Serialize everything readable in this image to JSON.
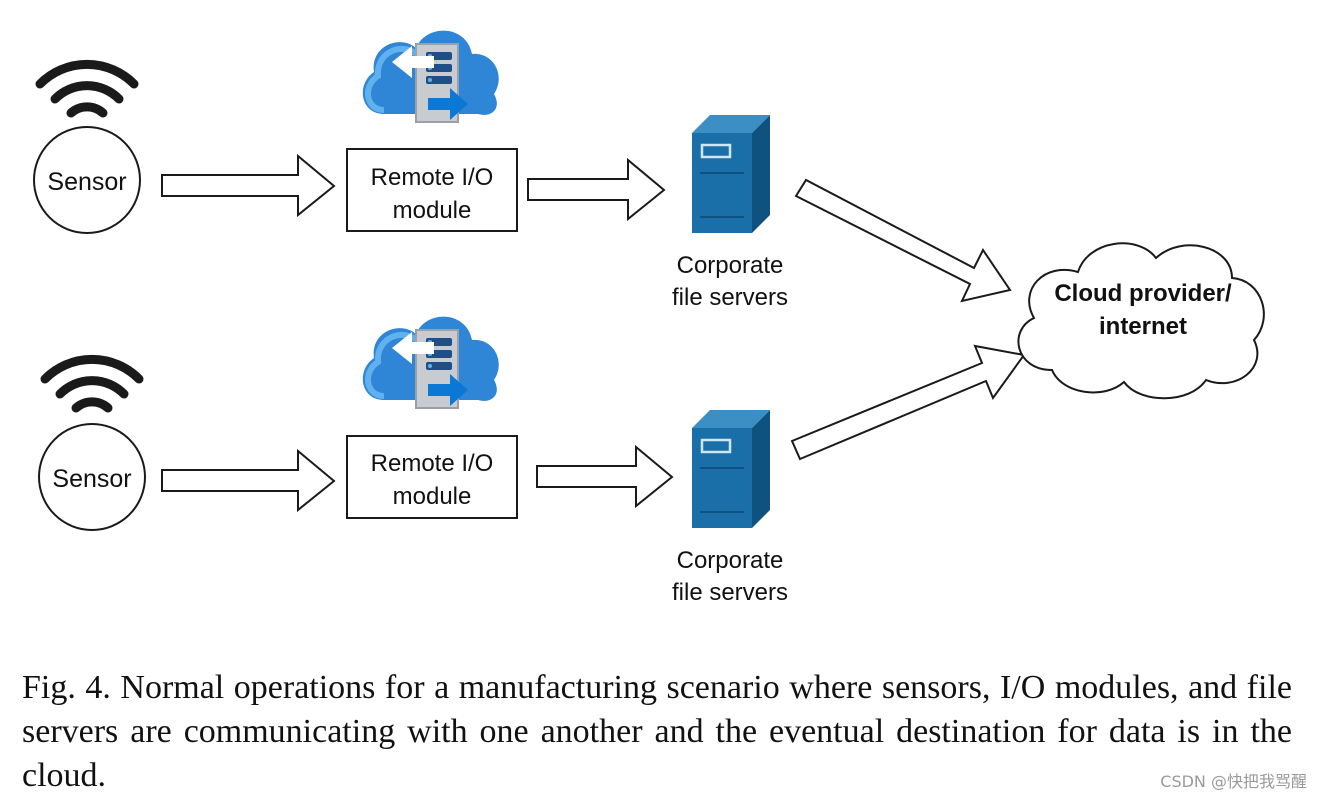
{
  "rows": [
    {
      "sensor_label": "Sensor",
      "module_label_line1": "Remote I/O",
      "module_label_line2": "module",
      "server_label_line1": "Corporate",
      "server_label_line2": "file servers"
    },
    {
      "sensor_label": "Sensor",
      "module_label_line1": "Remote I/O",
      "module_label_line2": "module",
      "server_label_line1": "Corporate",
      "server_label_line2": "file servers"
    }
  ],
  "cloud": {
    "label_line1": "Cloud provider/",
    "label_line2": "internet"
  },
  "caption": "Fig. 4.  Normal operations for a manufacturing scenario where sensors, I/O modules, and file servers are communicating with one another and the eventual destination for data is in the cloud.",
  "watermark": "CSDN @快把我骂醒",
  "colors": {
    "stroke": "#1a1a1a",
    "server_front": "#1a6fa8",
    "server_side": "#0f527f",
    "cloud_icon_blue": "#2f86d6",
    "cloud_icon_light": "#5fb2ee",
    "arrow_blue": "#0a78d4"
  }
}
